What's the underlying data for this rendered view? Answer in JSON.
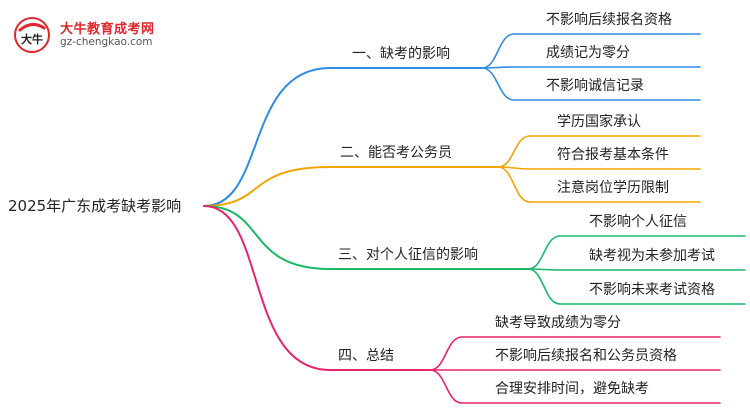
{
  "logo": {
    "title": "大牛教育成考网",
    "url": "gz-chengkao.com",
    "mark_text": "大牛"
  },
  "root": {
    "label": "2025年广东成考缺考影响"
  },
  "branches": [
    {
      "label": "一、缺考的影响",
      "color": "#2f8be6",
      "children": [
        "不影响后续报名资格",
        "成绩记为零分",
        "不影响诚信记录"
      ]
    },
    {
      "label": "二、能否考公务员",
      "color": "#f2a500",
      "children": [
        "学历国家承认",
        "符合报考基本条件",
        "注意岗位学历限制"
      ]
    },
    {
      "label": "三、对个人征信的影响",
      "color": "#1db86a",
      "children": [
        "不影响个人征信",
        "缺考视为未参加考试",
        "不影响未来考试资格"
      ]
    },
    {
      "label": "四、总结",
      "color": "#e8246e",
      "children": [
        "缺考导致成绩为零分",
        "不影响后续报名和公务员资格",
        "合理安排时间，避免缺考"
      ]
    }
  ]
}
